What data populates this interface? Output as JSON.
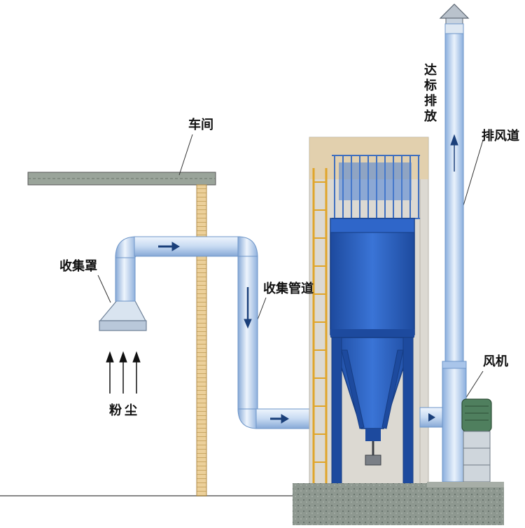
{
  "labels": {
    "workshop": "车间",
    "hood": "收集罩",
    "collection_pipe": "收集管道",
    "dust": "粉尘",
    "compliant_emission": "达标排放",
    "exhaust_duct": "排风道",
    "fan": "风机"
  },
  "colors": {
    "pipe_light": "#e6f0fb",
    "pipe_mid": "#a9c5ea",
    "pipe_dark": "#6d95c8",
    "collector_blue": "#2f66c9",
    "collector_dark": "#1d4a9e",
    "wall_tan": "#e8c98f",
    "ladder_yellow": "#e0a52a",
    "concrete": "#8e9890",
    "arrow": "#1a3f7a"
  },
  "icons": [
    "flow-arrow-icon",
    "fan-motor-icon",
    "chimney-cap-icon"
  ]
}
